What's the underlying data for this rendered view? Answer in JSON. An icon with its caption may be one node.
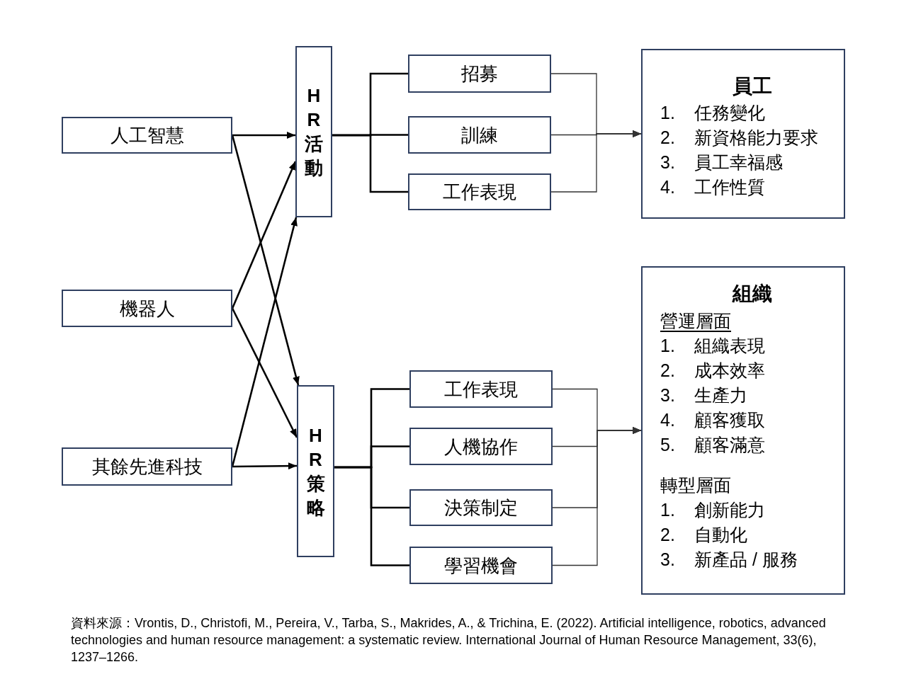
{
  "diagram": {
    "caption": "資料來源：Vrontis, D., Christofi, M., Pereira, V., Tarba, S., Makrides, A., & Trichina, E. (2022). Artificial intelligence, robotics, advanced technologies and human resource management: a systematic review. International Journal of Human Resource Management, 33(6), 1237–1266.",
    "nodes": [
      {
        "text": [
          "人工智慧"
        ]
      },
      {
        "text": [
          "機器人"
        ]
      },
      {
        "text": [
          "其餘先進科技"
        ]
      },
      {
        "text": [
          "HR活動"
        ]
      },
      {
        "text": [
          "HR策略"
        ]
      },
      {
        "text": [
          "招募"
        ]
      },
      {
        "text": [
          "訓練"
        ]
      },
      {
        "text": [
          "工作表現"
        ]
      },
      {
        "text": [
          "工作表現"
        ]
      },
      {
        "text": [
          "人機協作"
        ]
      },
      {
        "text": [
          "決策制定"
        ]
      },
      {
        "text": [
          "學習機會"
        ]
      },
      {
        "text": [
          "員工",
          "1. 任務變化",
          "2. 新資格能力要求",
          "3. 員工幸福感",
          "4. 工作性質"
        ]
      },
      {
        "text": [
          "組織",
          "營運層面",
          "1. 組織表現",
          "2. 成本效率",
          "3. 生產力",
          "4. 顧客獲取",
          "5. 顧客滿意",
          "轉型層面",
          "1. 創新能力",
          "2. 自動化",
          "3. 新產品 / 服務"
        ]
      }
    ],
    "edges": [
      {
        "from": 0,
        "to": 3,
        "arrow": "to"
      },
      {
        "from": 0,
        "to": 4,
        "arrow": "to"
      },
      {
        "from": 1,
        "to": 3,
        "arrow": "to"
      },
      {
        "from": 1,
        "to": 4,
        "arrow": "to"
      },
      {
        "from": 2,
        "to": 3,
        "arrow": "to"
      },
      {
        "from": 2,
        "to": 4,
        "arrow": "to"
      },
      {
        "from": 3,
        "to": 5,
        "arrow": "none"
      },
      {
        "from": 3,
        "to": 6,
        "arrow": "none"
      },
      {
        "from": 3,
        "to": 7,
        "arrow": "none"
      },
      {
        "from": 4,
        "to": 8,
        "arrow": "none"
      },
      {
        "from": 4,
        "to": 9,
        "arrow": "none"
      },
      {
        "from": 4,
        "to": 10,
        "arrow": "none"
      },
      {
        "from": 4,
        "to": 11,
        "arrow": "none"
      },
      {
        "from": 5,
        "to": 12,
        "arrow": "to",
        "color": "#333333"
      },
      {
        "from": 6,
        "to": 12,
        "arrow": "to",
        "color": "#333333"
      },
      {
        "from": 7,
        "to": 12,
        "arrow": "to",
        "color": "#333333"
      },
      {
        "from": 8,
        "to": 13,
        "arrow": "to",
        "color": "#333333"
      },
      {
        "from": 9,
        "to": 13,
        "arrow": "to",
        "color": "#333333"
      },
      {
        "from": 10,
        "to": 13,
        "arrow": "to",
        "color": "#333333"
      },
      {
        "from": 11,
        "to": 13,
        "arrow": "to",
        "color": "#333333"
      }
    ]
  }
}
